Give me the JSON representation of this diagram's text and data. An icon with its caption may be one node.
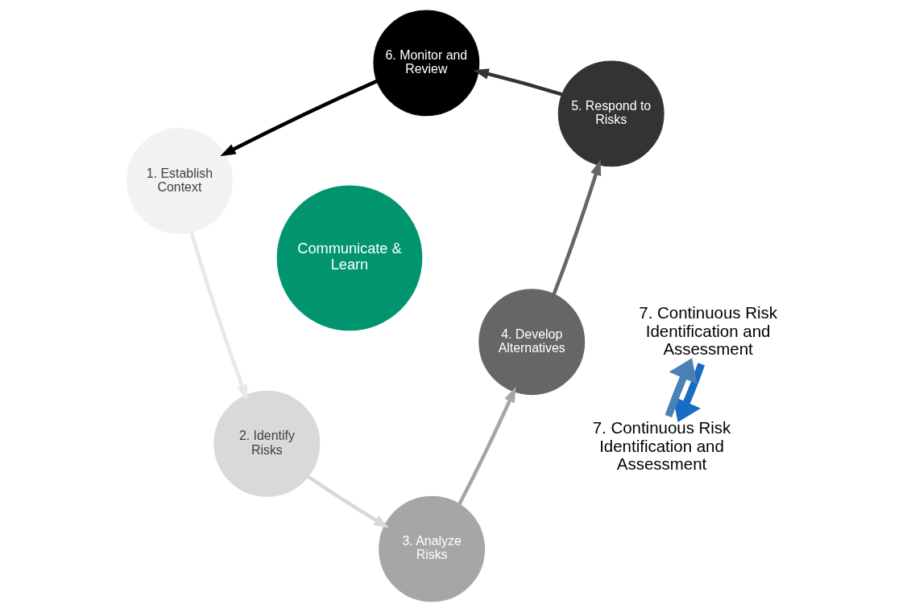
{
  "diagram": {
    "nodes": [
      {
        "text": [
          "1. Establish Context"
        ]
      },
      {
        "text": [
          "2. Identify Risks"
        ]
      },
      {
        "text": [
          "3. Analyze Risks"
        ]
      },
      {
        "text": [
          "4. Develop Alternatives"
        ]
      },
      {
        "text": [
          "5. Respond to Risks"
        ]
      },
      {
        "text": [
          "6. Monitor and Review"
        ]
      },
      {
        "text": [
          "Communicate & Learn"
        ]
      },
      {
        "text": [
          "7. Continuous Risk Identification and Assessment"
        ]
      },
      {
        "text": [
          "7. Continuous Risk Identification and Assessment"
        ]
      }
    ],
    "edges": [
      {
        "from": 0,
        "to": 1,
        "arrow": "to",
        "color": "#e8e8e8"
      },
      {
        "from": 1,
        "to": 2,
        "arrow": "to",
        "color": "#d9d9d9"
      },
      {
        "from": 2,
        "to": 3,
        "arrow": "to",
        "color": "#a6a6a6"
      },
      {
        "from": 3,
        "to": 4,
        "arrow": "to",
        "color": "#666666"
      },
      {
        "from": 4,
        "to": 5,
        "arrow": "to",
        "color": "#333333"
      },
      {
        "from": 5,
        "to": 0,
        "arrow": "to",
        "color": "#000000"
      },
      {
        "from": 7,
        "to": 8,
        "arrow": "to",
        "style": "thick",
        "color": "#1a6bc2"
      },
      {
        "from": 8,
        "to": 7,
        "arrow": "to",
        "style": "thick",
        "color": "#4a80b5"
      }
    ]
  }
}
